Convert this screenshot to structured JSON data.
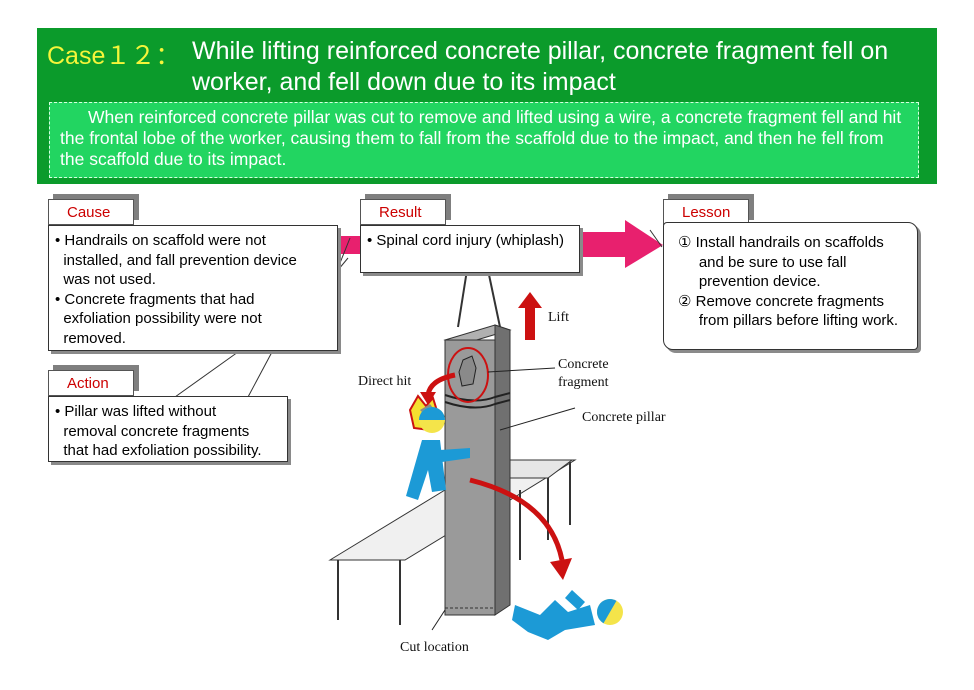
{
  "header": {
    "case_label": "Case１２：",
    "title": "While lifting reinforced concrete pillar, concrete fragment fell on worker, and fell down due to its impact",
    "summary": "When reinforced concrete pillar was cut to remove and lifted using a wire, a concrete fragment fell and hit the frontal lobe of the worker, causing them to fall from the scaffold due to the impact, and then he fell from the scaffold due to its impact."
  },
  "cause": {
    "tab": "Cause",
    "lines": [
      "• Handrails on scaffold were not",
      "  installed, and fall prevention device",
      "  was not used.",
      "• Concrete fragments that had",
      "  exfoliation possibility were not",
      "  removed."
    ]
  },
  "result": {
    "tab": "Result",
    "lines": [
      "• Spinal cord injury (whiplash)"
    ]
  },
  "action": {
    "tab": "Action",
    "lines": [
      "• Pillar was lifted without",
      "  removal concrete fragments",
      "  that had exfoliation possibility."
    ]
  },
  "lesson": {
    "tab": "Lesson",
    "lines": [
      "① Install handrails on scaffolds",
      "     and be sure to use fall",
      "     prevention device.",
      "② Remove concrete fragments",
      "     from pillars before lifting work."
    ]
  },
  "labels": {
    "lift": "Lift",
    "concrete_fragment_1": "Concrete",
    "concrete_fragment_2": "fragment",
    "direct_hit": "Direct hit",
    "concrete_pillar": "Concrete pillar",
    "cut_location": "Cut location"
  },
  "colors": {
    "header_bg": "#0b9b2b",
    "summary_bg": "#22d561",
    "case_label": "#f5f53a",
    "tab_text": "#cc0000",
    "flow_arrow": "#e8206e",
    "worker": "#1c9ad6",
    "red_arrow": "#cc1111"
  }
}
